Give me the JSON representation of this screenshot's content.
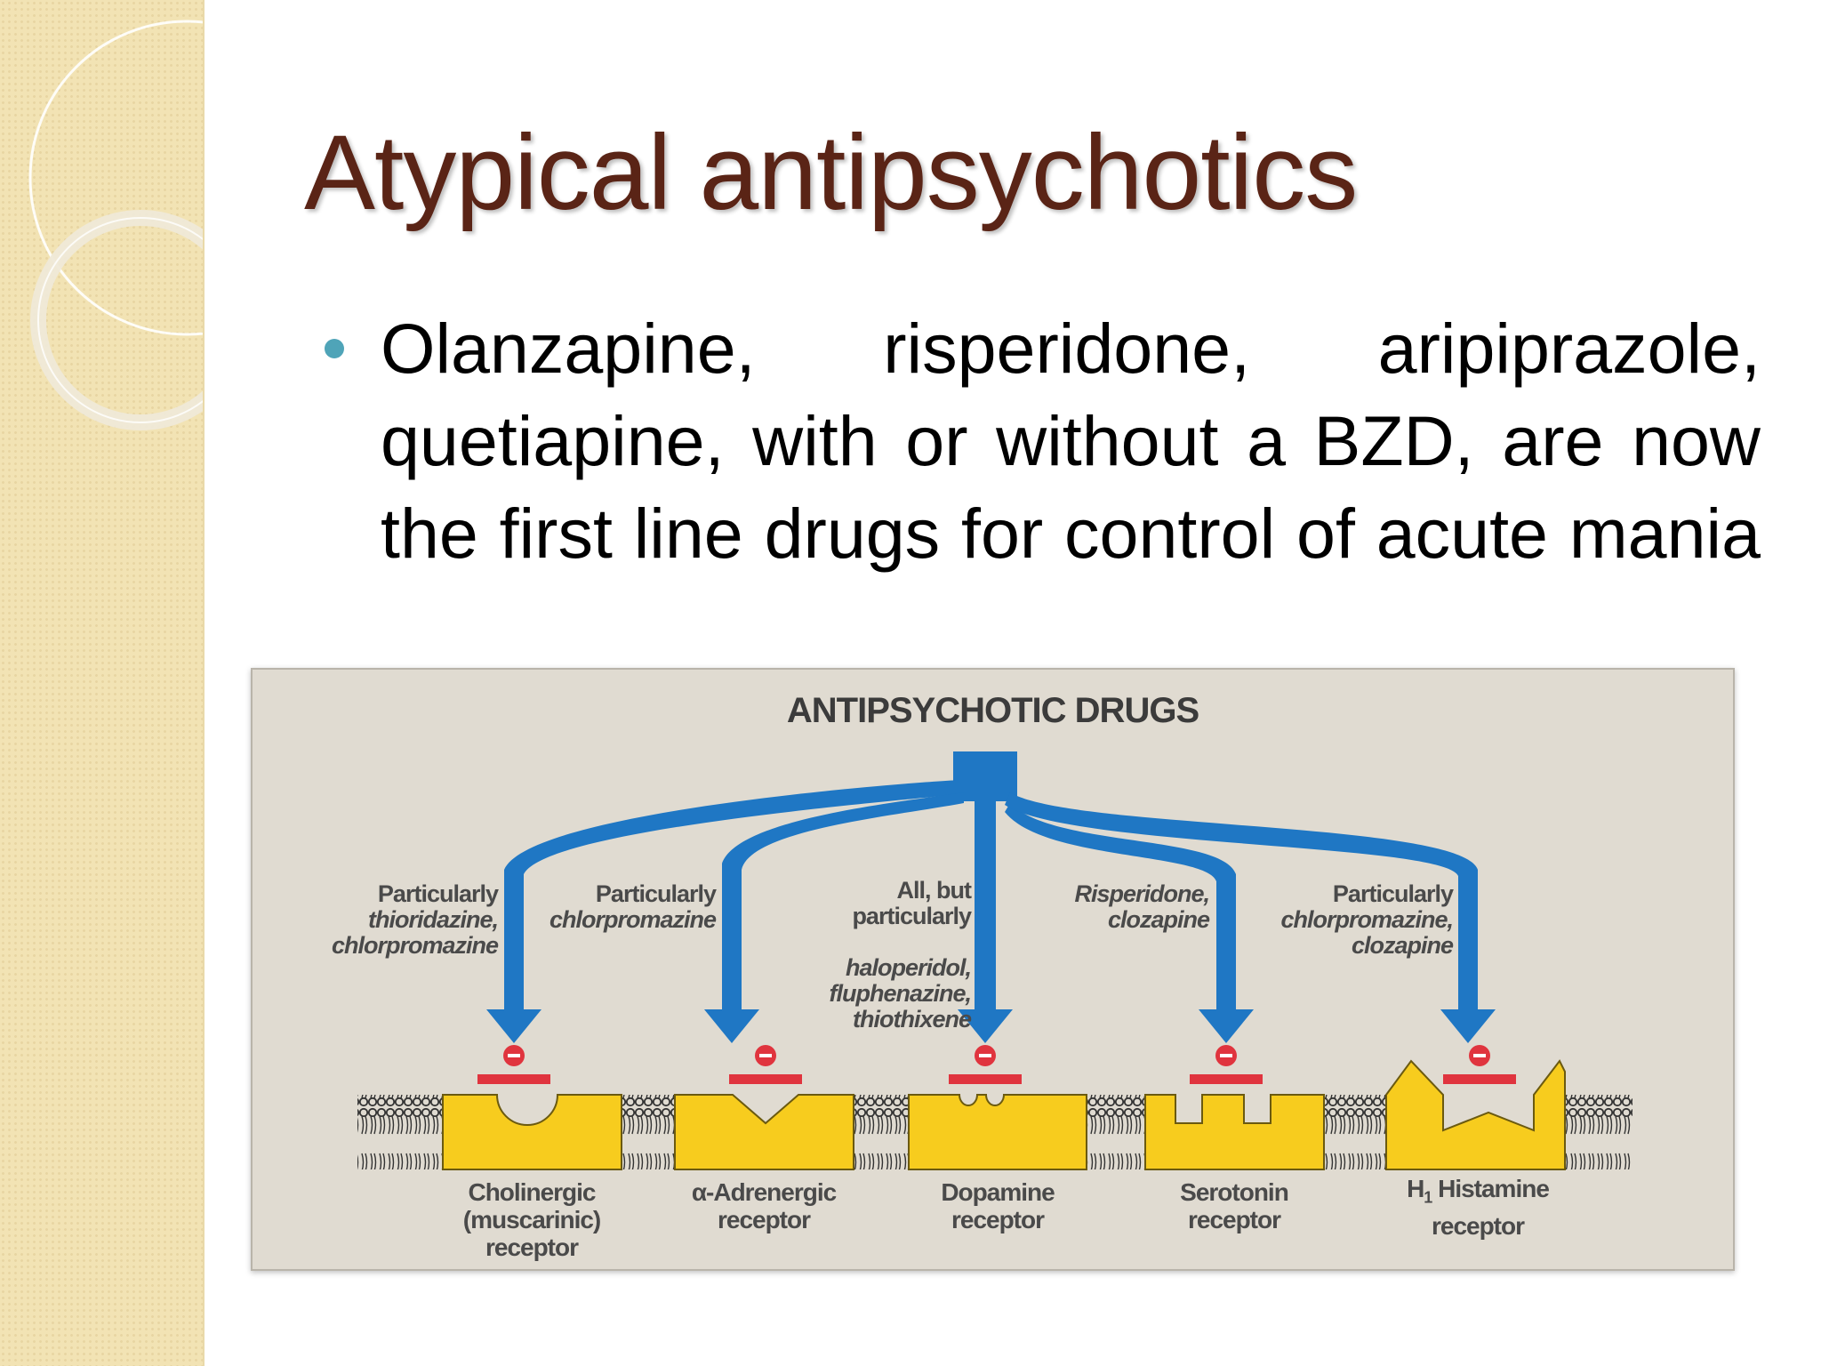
{
  "slide": {
    "title": "Atypical antipsychotics",
    "bullet": "Olanzapine, risperidone, aripiprazole, quetiapine, with or without a BZD, are now the first line drugs for control of acute mania"
  },
  "figure": {
    "title": "ANTIPSYCHOTIC DRUGS",
    "arrow_color": "#1f77c4",
    "receptor_color": "#f7cc1e",
    "block_color": "#e0343e",
    "targets": [
      {
        "drugs_lead": "Particularly",
        "drugs_names": "thioridazine,\nchlorpromazine",
        "receptor": "Cholinergic\n(muscarinic)\nreceptor"
      },
      {
        "drugs_lead": "Particularly",
        "drugs_names": "chlorpromazine",
        "receptor": "α-Adrenergic\nreceptor"
      },
      {
        "drugs_lead": "All, but\nparticularly",
        "drugs_names": "haloperidol,\nfluphenazine,\nthiothixene",
        "receptor": "Dopamine\nreceptor"
      },
      {
        "drugs_lead": "",
        "drugs_names": "Risperidone,\nclozapine",
        "receptor": "Serotonin\nreceptor"
      },
      {
        "drugs_lead": "Particularly",
        "drugs_names": "chlorpromazine,\nclozapine",
        "receptor_prefix": "H",
        "receptor_sub": "1",
        "receptor": " Histamine\nreceptor"
      }
    ]
  }
}
